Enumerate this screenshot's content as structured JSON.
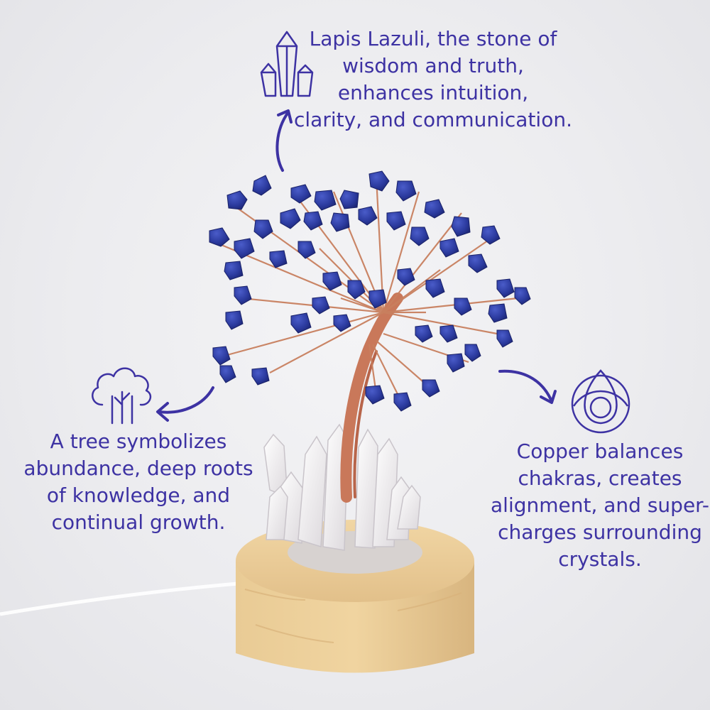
{
  "callouts": {
    "lapis": {
      "icon": "crystal-cluster-icon",
      "lines": [
        "Lapis Lazuli, the stone of",
        "wisdom and truth,",
        "enhances intuition,",
        "clarity, and communication."
      ]
    },
    "tree": {
      "icon": "tree-icon",
      "lines": [
        "A tree symbolizes",
        "abundance, deep roots",
        "of knowledge, and",
        "continual growth."
      ]
    },
    "copper": {
      "icon": "triquetra-icon",
      "lines": [
        "Copper balances",
        "chakras, creates",
        "alignment, and super-",
        "charges surrounding",
        "crystals."
      ]
    }
  },
  "colors": {
    "accent": "#3d32a3",
    "lapis": "#2b3a9e",
    "copper": "#c9785a",
    "wood": "#e8c992",
    "quartz": "#f3f1f2"
  }
}
